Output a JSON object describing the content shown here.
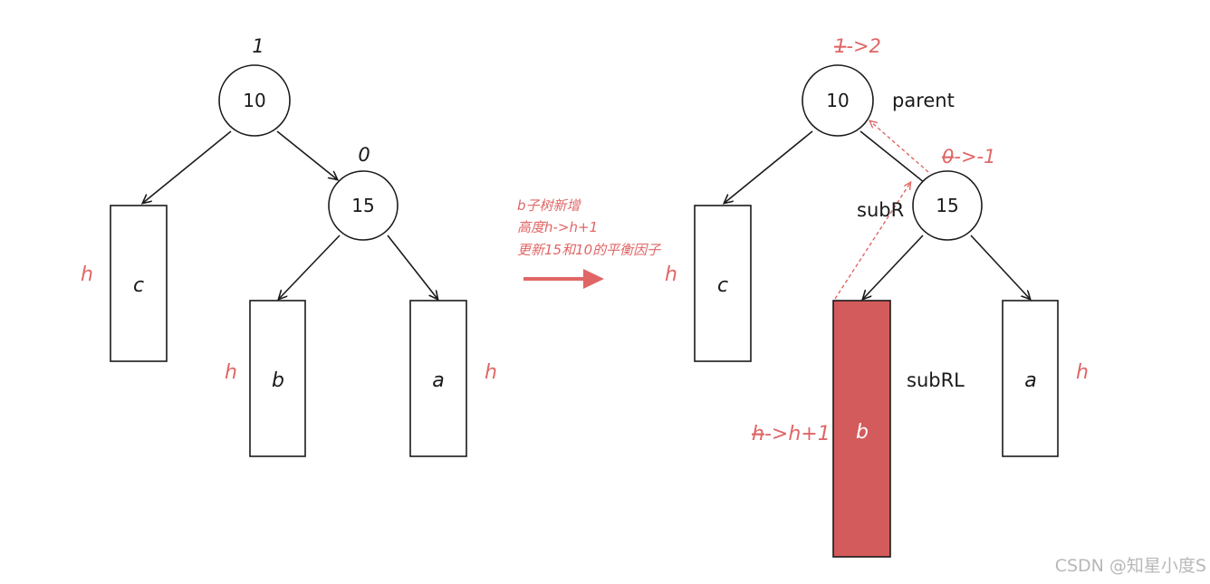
{
  "colors": {
    "accent_red": "#e06666",
    "inserted_fill": "#d45b5b",
    "stroke": "#1a1a1a",
    "watermark": "#b8b8b8"
  },
  "left_tree": {
    "root": {
      "value": "10",
      "balance_factor": "1"
    },
    "right_child": {
      "value": "15",
      "balance_factor": "0"
    },
    "subtree_c": {
      "label": "c",
      "height": "h"
    },
    "subtree_b": {
      "label": "b",
      "height": "h"
    },
    "subtree_a": {
      "label": "a",
      "height": "h"
    }
  },
  "transition": {
    "lines": [
      "b子树新增",
      "高度h->h+1",
      "更新15和10的平衡因子"
    ]
  },
  "right_tree": {
    "root": {
      "value": "10",
      "bf_old": "1",
      "bf_new": "->2",
      "role": "parent"
    },
    "right_child": {
      "value": "15",
      "bf_old": "0",
      "bf_new": "->-1",
      "role": "subR"
    },
    "subtree_c": {
      "label": "c",
      "height": "h"
    },
    "subtree_b": {
      "label": "b",
      "height_old": "h",
      "height_new": "->h+1",
      "role": "subRL"
    },
    "subtree_a": {
      "label": "a",
      "height": "h"
    }
  },
  "watermark": "CSDN @知星小度S"
}
